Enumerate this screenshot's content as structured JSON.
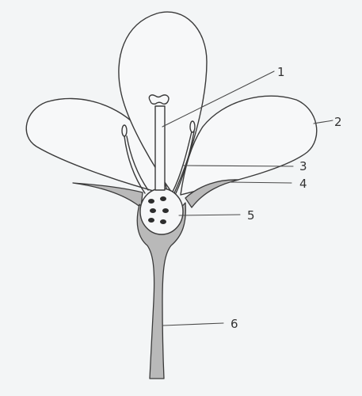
{
  "diagram": {
    "labels": [
      {
        "number": "1"
      },
      {
        "number": "2"
      },
      {
        "number": "3"
      },
      {
        "number": "4"
      },
      {
        "number": "5"
      },
      {
        "number": "6"
      }
    ]
  }
}
